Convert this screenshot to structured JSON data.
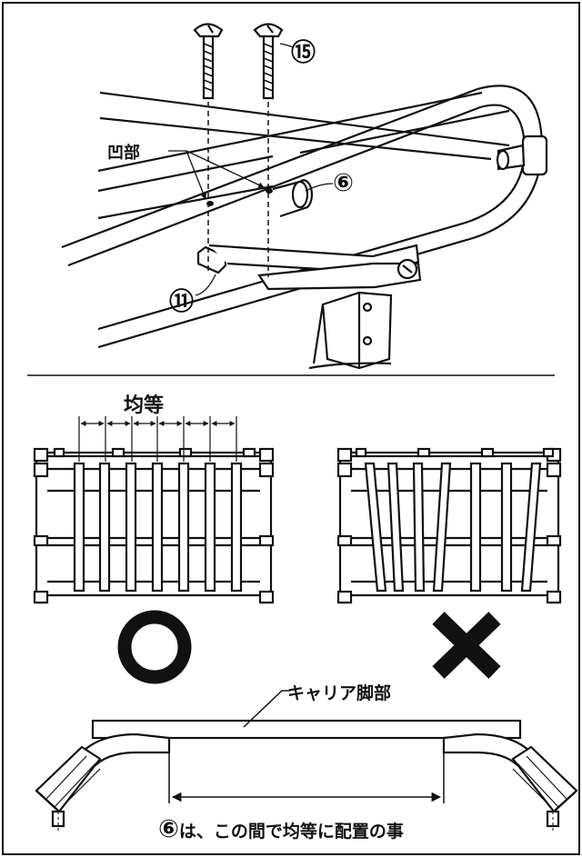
{
  "top_diagram": {
    "recess_label": "凹部",
    "callout_screw": "⑮",
    "callout_tube": "⑥",
    "callout_bracket": "⑪"
  },
  "spacing_diagram": {
    "even_label": "均等",
    "correct_symbol": "○",
    "wrong_symbol": "×"
  },
  "leg_diagram": {
    "leg_label": "キャリア脚部",
    "instruction_circled": "⑥",
    "instruction_text": "は、この間で均等に配置の事"
  },
  "colors": {
    "ink": "#111111",
    "paper": "#ffffff"
  }
}
